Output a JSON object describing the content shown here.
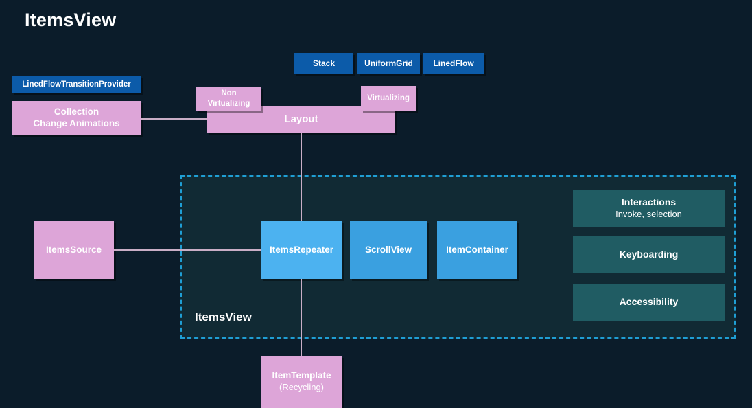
{
  "page": {
    "title": "ItemsView",
    "background_color": "#0b1c2a",
    "region_background_color": "#112a34",
    "dashed_border_color": "#1f9ed4",
    "connector_color": "#c9aec6"
  },
  "layout_tabs": [
    {
      "label": "Stack",
      "color": "#0c5ba9"
    },
    {
      "label": "UniformGrid",
      "color": "#0c5ba9"
    },
    {
      "label": "LinedFlow",
      "color": "#0c5ba9"
    }
  ],
  "left_stack": {
    "transition_provider": {
      "label": "LinedFlowTransitionProvider",
      "color": "#0c5ba9"
    },
    "collection_animations": {
      "line1": "Collection",
      "line2": "Change Animations",
      "color": "#dda5d8"
    }
  },
  "layout_group": {
    "non_virtualizing": {
      "line1": "Non",
      "line2": "Virtualizing",
      "color": "#dda5d8"
    },
    "virtualizing": {
      "label": "Virtualizing",
      "color": "#dda5d8"
    },
    "layout": {
      "label": "Layout",
      "color": "#dda5d8"
    }
  },
  "items_source": {
    "label": "ItemsSource",
    "color": "#dda5d8"
  },
  "items_view_region": {
    "label": "ItemsView",
    "nodes": [
      {
        "label": "ItemsRepeater",
        "color": "#4cb2f0"
      },
      {
        "label": "ScrollView",
        "color": "#3aa0e0"
      },
      {
        "label": "ItemContainer",
        "color": "#3aa0e0"
      }
    ],
    "features": [
      {
        "line1": "Interactions",
        "line2": "Invoke, selection",
        "color": "#205c63"
      },
      {
        "line1": "Keyboarding",
        "line2": "",
        "color": "#205c63"
      },
      {
        "line1": "Accessibility",
        "line2": "",
        "color": "#205c63"
      }
    ]
  },
  "item_template": {
    "line1": "ItemTemplate",
    "line2": "(Recycling)",
    "color": "#dda5d8"
  }
}
